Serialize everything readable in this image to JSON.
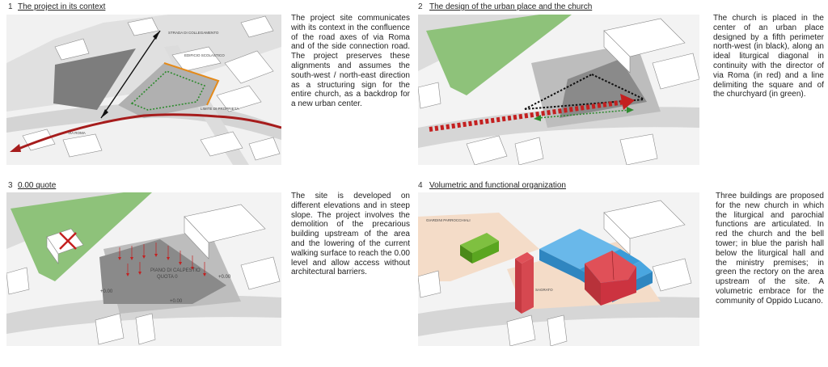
{
  "panels": [
    {
      "number": "1",
      "title": "The project in its context",
      "description": "The project site communicates with its context in the confluence of the road axes of via Roma and of the side connection road. The project preserves these alignments and assumes the south-west / north-east direction as a structuring sign for the entire church, as a backdrop for a new urban center.",
      "labels": {
        "road_link": "STRADA DI COLLEGAMENTO",
        "school_building": "EDIFICIO SCOLASTICO",
        "property_limit": "LIMITE DI PROPRIETÀ",
        "via_roma": "VIA ROMA"
      }
    },
    {
      "number": "2",
      "title": "The design of the urban place and the church",
      "description": "The church is placed in the center of an urban place designed by a fifth perimeter north-west (in black), along an ideal liturgical diagonal in continuity with the director of via Roma (in red) and a line delimiting the square and of the churchyard (in green)."
    },
    {
      "number": "3",
      "title": "0.00 quote",
      "description": "The site is developed on different elevations and in steep slope. The project involves the demolition of the precarious building upstream of the area and the lowering of the current walking surface to reach the 0.00 level and allow access without architectural barriers.",
      "labels": {
        "plan_line1": "PIANO DI CALPESTIO",
        "plan_line2": "QUOTA 0",
        "level_a": "+0.00",
        "level_b": "+0.00",
        "level_c": "+0.00"
      }
    },
    {
      "number": "4",
      "title": "Volumetric and functional organization",
      "description": "Three buildings are proposed for the new church in which the liturgical and parochial functions are articulated. In red the church and the bell tower; in blue the parish hall below the liturgical hall and the ministry premises; in green the rectory on the area upstream of the site. A volumetric embrace for the community of Oppido Lucano.",
      "labels": {
        "garden": "GIARDINI PARROCCHIALI",
        "churchyard": "SAGRATO"
      }
    }
  ],
  "colors": {
    "red": "#a61c1c",
    "green": "#2e8a2e",
    "blue": "#3a9bd8",
    "church": "#cc3340",
    "rectory": "#5aa620",
    "beige": "#f4dcc8",
    "lawn": "#8ec27a"
  }
}
